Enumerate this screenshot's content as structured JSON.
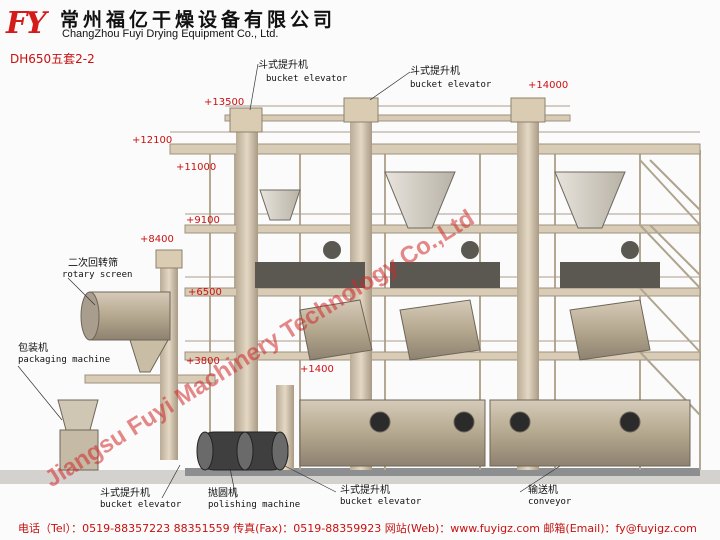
{
  "header": {
    "logo": "FY",
    "company_cn": "常州福亿干燥设备有限公司",
    "company_en": "ChangZhou Fuyi Drying Equipment Co., Ltd.",
    "model": "DH650五套2-2"
  },
  "elevations": {
    "e13500": "+13500",
    "e14000": "+14000",
    "e12100": "+12100",
    "e11000": "+11000",
    "e9100": "+9100",
    "e8400": "+8400",
    "e6500": "+6500",
    "e3800": "+3800",
    "e1400": "+1400"
  },
  "labels": {
    "elevator_top_left_cn": "斗式提升机",
    "elevator_top_left_en": "bucket elevator",
    "elevator_top_right_cn": "斗式提升机",
    "elevator_top_right_en": "bucket elevator",
    "screen_cn": "二次回转筛",
    "screen_en": "rotary screen",
    "packaging_cn": "包装机",
    "packaging_en": "packaging machine",
    "elevator_bottom_left_cn": "斗式提升机",
    "elevator_bottom_left_en": "bucket elevator",
    "polishing_cn": "抛圆机",
    "polishing_en": "polishing machine",
    "elevator_bottom_mid_cn": "斗式提升机",
    "elevator_bottom_mid_en": "bucket elevator",
    "conveyor_cn": "输送机",
    "conveyor_en": "conveyor"
  },
  "watermark": "Jiangsu Fuyi Machinery Technology Co.,Ltd",
  "footer": "电话（Tel）：0519-88357223 88351559 传真(Fax)：0519-88359923 网站(Web)：www.fuyigz.com  邮箱(Email)：fy@fuyigz.com",
  "colors": {
    "brand_red": "#d51a1a",
    "steel": "#cfc2ae",
    "rail": "#a99d8d",
    "drum": "#b6ac9c"
  }
}
